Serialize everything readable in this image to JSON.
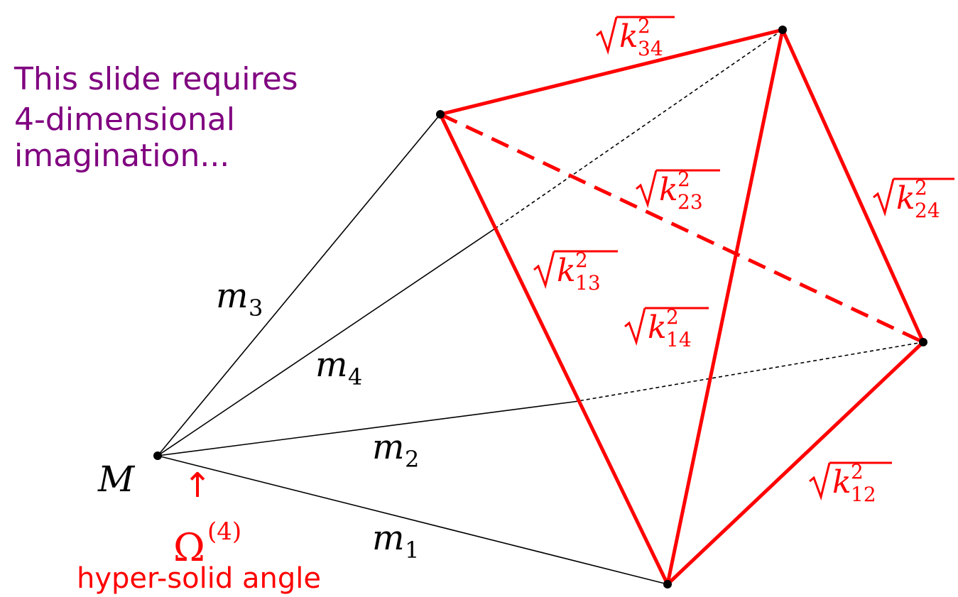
{
  "intro_text": {
    "line1": "This slide requires",
    "line2": "4-dimensional",
    "line3": "imagination...",
    "color": "#800080"
  },
  "vertices": {
    "apex": "M"
  },
  "mass_labels": {
    "m1_base": "m",
    "m1_sub": "1",
    "m2_base": "m",
    "m2_sub": "2",
    "m3_base": "m",
    "m3_sub": "3",
    "m4_base": "m",
    "m4_sub": "4"
  },
  "momentum_labels": {
    "k12": {
      "base": "k",
      "sup": "2",
      "sub": "12"
    },
    "k13": {
      "base": "k",
      "sup": "2",
      "sub": "13"
    },
    "k14": {
      "base": "k",
      "sup": "2",
      "sub": "14"
    },
    "k23": {
      "base": "k",
      "sup": "2",
      "sub": "23"
    },
    "k24": {
      "base": "k",
      "sup": "2",
      "sub": "24"
    },
    "k34": {
      "base": "k",
      "sup": "2",
      "sub": "34"
    }
  },
  "angle_annotation": {
    "arrow": "↑",
    "omega": "Ω",
    "omega_sup": "(4)",
    "caption": "hyper-solid angle"
  },
  "colors": {
    "red": "#ff0000",
    "black": "#000000"
  }
}
